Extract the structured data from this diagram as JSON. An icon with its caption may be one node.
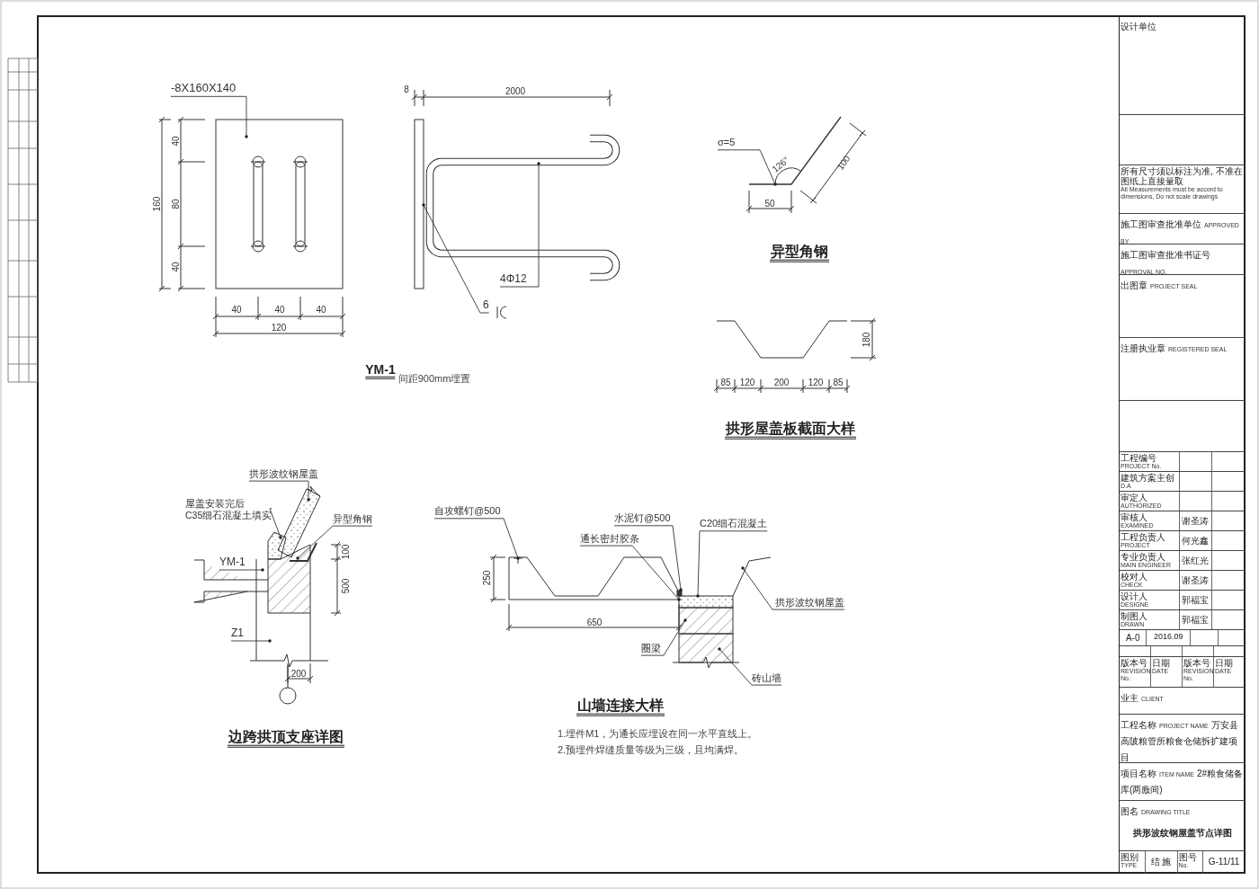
{
  "diagram": {
    "nodes": [
      {
        "text": [
          "-8X160X140"
        ]
      },
      {
        "text": [],
        "shape": "picture"
      },
      {
        "text": [],
        "shape": "picture"
      },
      {
        "text": [
          "4Φ12"
        ],
        "in": 2
      },
      {
        "text": [
          "6"
        ]
      },
      {
        "text": [
          "σ=5"
        ]
      },
      {
        "text": [],
        "shape": "picture"
      },
      {
        "text": [
          "拱形波纹钢屋盖"
        ]
      },
      {
        "text": [
          "屋盖安装完后 C35细石混凝土填实"
        ]
      },
      {
        "text": [
          "异型角钢"
        ]
      },
      {
        "text": [],
        "shape": "picture"
      },
      {
        "text": [
          "YM-1"
        ]
      },
      {
        "text": [
          "Z1"
        ]
      },
      {
        "text": [
          "自攻螺钉@500"
        ]
      },
      {
        "text": [
          "水泥钉@500"
        ]
      },
      {
        "text": [
          "通长密封胶条"
        ]
      },
      {
        "text": [
          "C20细石混凝土"
        ]
      },
      {
        "text": [],
        "shape": "picture"
      },
      {
        "text": [
          "拱形波纹钢屋盖"
        ]
      },
      {
        "text": [
          "圈梁"
        ],
        "in": 17
      },
      {
        "text": [
          "砖山墙"
        ]
      }
    ],
    "edges": [
      {
        "from": 0,
        "to": 1,
        "arrow": "other"
      },
      {
        "from": 3,
        "to": 2,
        "arrow": "other"
      },
      {
        "from": 4,
        "to": 2,
        "arrow": "other"
      },
      {
        "from": 5,
        "to": 6,
        "arrow": "other"
      },
      {
        "from": 7,
        "to": 10,
        "arrow": "other"
      },
      {
        "from": 8,
        "to": 10,
        "arrow": "other"
      },
      {
        "from": 9,
        "to": 10,
        "arrow": "other"
      },
      {
        "from": 11,
        "to": 10,
        "arrow": "other"
      },
      {
        "from": 12,
        "to": 10,
        "arrow": "other"
      },
      {
        "from": 13,
        "to": 17,
        "arrow": "other"
      },
      {
        "from": 14,
        "to": 17,
        "arrow": "other"
      },
      {
        "from": 15,
        "to": 17,
        "arrow": "other"
      },
      {
        "from": 16,
        "to": 17,
        "arrow": "other"
      },
      {
        "from": 18,
        "to": 17,
        "arrow": "other"
      },
      {
        "from": 19,
        "to": 17,
        "arrow": "other"
      },
      {
        "from": 20,
        "to": 17,
        "arrow": "other"
      }
    ],
    "labels": [
      "40",
      "80",
      "40",
      "160",
      "40",
      "40",
      "40",
      "120",
      "8",
      "2000",
      "YM-1",
      "间距900mm埋置",
      "126°",
      "100",
      "50",
      "异型角钢",
      "180",
      "85",
      "120",
      "200",
      "120",
      "85",
      "拱形屋盖板截面大样",
      "100",
      "500",
      "200",
      "边跨拱顶支座详图",
      "250",
      "650",
      "山墙连接大样",
      "1.埋件M1，为通长应埋设在同一水平直线上。",
      "2.预埋件焊缝质量等级为三级，且均满焊。",
      "设计单位",
      "所有尺寸须以标注为准, 不准在图纸上直接量取",
      "All Measurements must be accord to dimensions, Do not scale drawings",
      "施工图审查批准单位",
      "APPROVED BY",
      "施工图审查批准书证号",
      "APPROVAL NO.",
      "出图章",
      "PROJECT SEAL",
      "注册执业章",
      "REGISTERED SEAL",
      "工程编号",
      "PROJECT No.",
      "建筑方案主创",
      "D.A",
      "审定人",
      "AUTHORIZED",
      "审核人",
      "EXAMINED",
      "谢圣涛",
      "工程负责人",
      "PROJECT CAPTAIN",
      "何光鑫",
      "专业负责人",
      "MAIN ENGINEER",
      "张红光",
      "校对人",
      "CHECK",
      "谢圣涛",
      "设计人",
      "DESIGNE",
      "郭福宝",
      "制图人",
      "DRAWN",
      "郭福宝",
      "A-0",
      "2016.09",
      "版本号",
      "REVISION No.",
      "日期",
      "DATE",
      "版本号",
      "REVISION No.",
      "日期",
      "DATE",
      "业主",
      "CLIENT",
      "工程名称",
      "PROJECT NAME",
      "万安县高陂粮管所粮食仓储拆扩建项目",
      "项目名称",
      "ITEM NAME",
      "2#粮食储备库(两廒间)",
      "图名",
      "DRAWING TITLE",
      "拱形波纹钢屋盖节点详图",
      "图别",
      "TYPE",
      "结 施",
      "图号",
      "No.",
      "G-11/11"
    ]
  }
}
